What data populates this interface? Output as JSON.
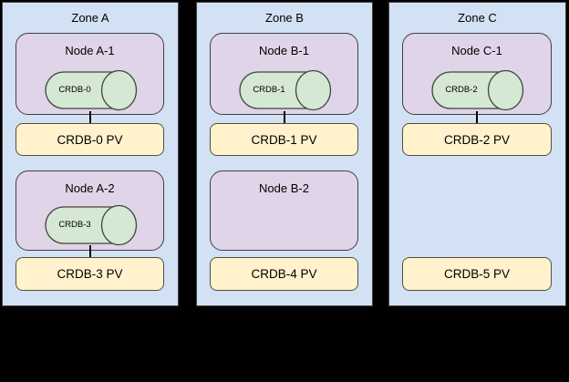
{
  "colors": {
    "background": "#000000",
    "zone_fill": "#d2e1f3",
    "zone_border": "#454545",
    "node_fill": "#e0d4e8",
    "node_border": "#3f3f46",
    "db_fill": "#d5e8d4",
    "db_border": "#40463f",
    "pv_fill": "#fff2cc",
    "pv_border": "#54503e",
    "connector": "#000000",
    "text": "#000000"
  },
  "zones": [
    {
      "label": "Zone A",
      "node1": {
        "label": "Node A-1",
        "db": "CRDB-0"
      },
      "pv1": "CRDB-0 PV",
      "node2": {
        "label": "Node A-2",
        "db": "CRDB-3"
      },
      "pv2": "CRDB-3 PV"
    },
    {
      "label": "Zone B",
      "node1": {
        "label": "Node B-1",
        "db": "CRDB-1"
      },
      "pv1": "CRDB-1 PV",
      "node2": {
        "label": "Node B-2"
      },
      "pv2": "CRDB-4 PV"
    },
    {
      "label": "Zone C",
      "node1": {
        "label": "Node C-1",
        "db": "CRDB-2"
      },
      "pv1": "CRDB-2 PV",
      "pv2": "CRDB-5 PV"
    }
  ]
}
